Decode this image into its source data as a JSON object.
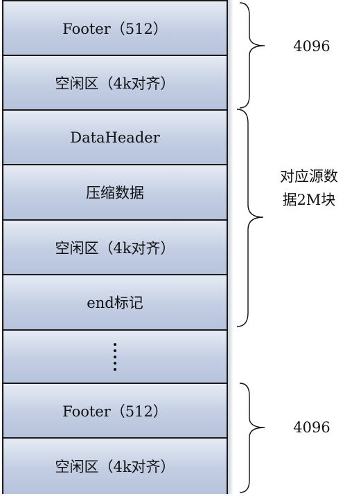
{
  "blocks": [
    {
      "label": "Footer（512）"
    },
    {
      "label": "空闲区（4k对齐）"
    },
    {
      "label": "DataHeader"
    },
    {
      "label": "压缩数据"
    },
    {
      "label": "空闲区（4k对齐）"
    },
    {
      "label": "end标记"
    },
    {
      "label": "⋮"
    },
    {
      "label": "Footer（512）"
    },
    {
      "label": "空闲区（4k对齐）"
    }
  ],
  "annotations": {
    "top_size": "4096",
    "middle_line1": "对应源数",
    "middle_line2": "据2M块",
    "bottom_size": "4096"
  },
  "colors": {
    "block_fill_top": "#e6ebf4",
    "block_fill_bottom": "#b7c3dc",
    "border": "#1a1a1a"
  }
}
